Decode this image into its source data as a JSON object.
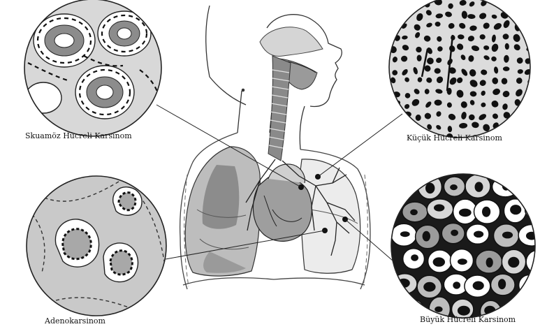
{
  "labels": {
    "squamous": "Skuamöz Hücreli Karsinom",
    "small_cell": "Küçük Hücreli Karsinom",
    "adeno": "Adenokarsinom",
    "large_cell": "Büyük Hücreli Karsinom"
  },
  "colors": {
    "ink": "#111111",
    "mid_gray": "#8f8f8f",
    "light_gray": "#c4c4c4",
    "pale_gray": "#e6e6e6",
    "background": "#ffffff"
  }
}
